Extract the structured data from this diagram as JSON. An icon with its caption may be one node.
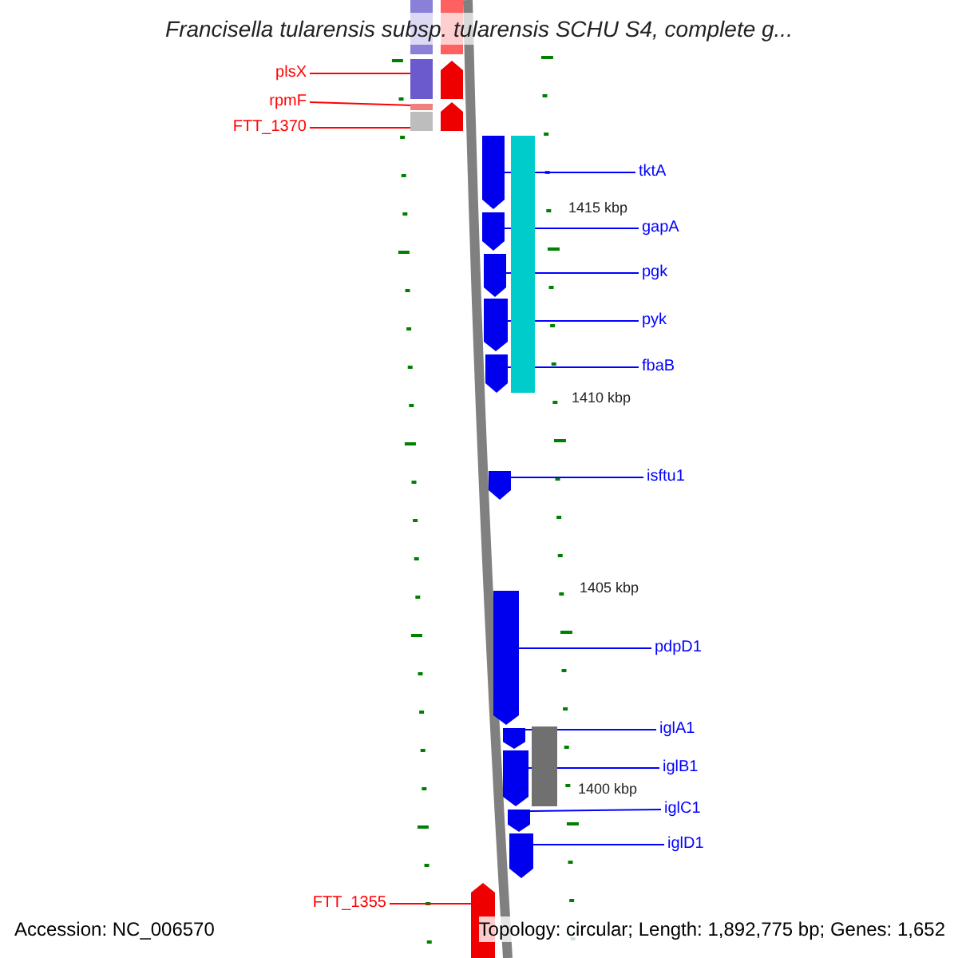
{
  "diagram": {
    "title": "Francisella tularensis subsp. tularensis SCHU S4, complete g...",
    "nodes": [
      {
        "text": [
          "plsX"
        ]
      },
      {
        "text": [],
        "shape": "bar"
      },
      {
        "text": [
          "rpmF"
        ]
      },
      {
        "text": [],
        "shape": "bar"
      },
      {
        "text": [
          "FTT_1370"
        ]
      },
      {
        "text": [],
        "shape": "bar"
      },
      {
        "text": [
          "tktA"
        ]
      },
      {
        "text": [],
        "shape": "pentagon"
      },
      {
        "text": [
          "gapA"
        ]
      },
      {
        "text": [],
        "shape": "pentagon"
      },
      {
        "text": [
          "pgk"
        ]
      },
      {
        "text": [],
        "shape": "pentagon"
      },
      {
        "text": [
          "pyk"
        ]
      },
      {
        "text": [],
        "shape": "pentagon"
      },
      {
        "text": [
          "fbaB"
        ]
      },
      {
        "text": [],
        "shape": "pentagon"
      },
      {
        "text": [
          "isftu1"
        ]
      },
      {
        "text": [],
        "shape": "pentagon"
      },
      {
        "text": [
          "pdpD1"
        ]
      },
      {
        "text": [],
        "shape": "pentagon"
      },
      {
        "text": [
          "iglA1"
        ]
      },
      {
        "text": [],
        "shape": "pentagon"
      },
      {
        "text": [
          "iglB1"
        ]
      },
      {
        "text": [],
        "shape": "pentagon"
      },
      {
        "text": [
          "iglC1"
        ]
      },
      {
        "text": [],
        "shape": "pentagon"
      },
      {
        "text": [
          "iglD1"
        ]
      },
      {
        "text": [],
        "shape": "pentagon"
      },
      {
        "text": [
          "FTT_1355"
        ]
      },
      {
        "text": [],
        "shape": "pentagon"
      },
      {
        "text": [],
        "shape": "bar"
      },
      {
        "text": [],
        "shape": "bar"
      },
      {
        "text": [],
        "shape": "pentagon"
      },
      {
        "text": [],
        "shape": "pentagon"
      },
      {
        "text": [],
        "shape": "bar"
      },
      {
        "text": [],
        "shape": "bar"
      }
    ],
    "edges": [
      {
        "from": 0,
        "to": 1,
        "arrow": "none",
        "color": "#ff0000"
      },
      {
        "from": 2,
        "to": 3,
        "arrow": "none",
        "color": "#ff0000"
      },
      {
        "from": 4,
        "to": 5,
        "arrow": "none",
        "color": "#ff0000"
      },
      {
        "from": 6,
        "to": 7,
        "arrow": "none"
      },
      {
        "from": 8,
        "to": 9,
        "arrow": "none"
      },
      {
        "from": 10,
        "to": 11,
        "arrow": "none"
      },
      {
        "from": 12,
        "to": 13,
        "arrow": "none"
      },
      {
        "from": 14,
        "to": 15,
        "arrow": "none"
      },
      {
        "from": 16,
        "to": 17,
        "arrow": "none"
      },
      {
        "from": 18,
        "to": 19,
        "arrow": "none"
      },
      {
        "from": 20,
        "to": 21,
        "arrow": "none"
      },
      {
        "from": 22,
        "to": 23,
        "arrow": "none"
      },
      {
        "from": 24,
        "to": 25,
        "arrow": "none"
      },
      {
        "from": 26,
        "to": 27,
        "arrow": "none"
      },
      {
        "from": 28,
        "to": 29,
        "arrow": "none",
        "color": "#ff0000"
      }
    ],
    "labels": [
      "1415 kbp",
      "1410 kbp",
      "1405 kbp",
      "1400 kbp",
      "Accession: NC_006570",
      "Topology: circular; Length: 1,892,775 bp; Genes: 1,652"
    ]
  }
}
